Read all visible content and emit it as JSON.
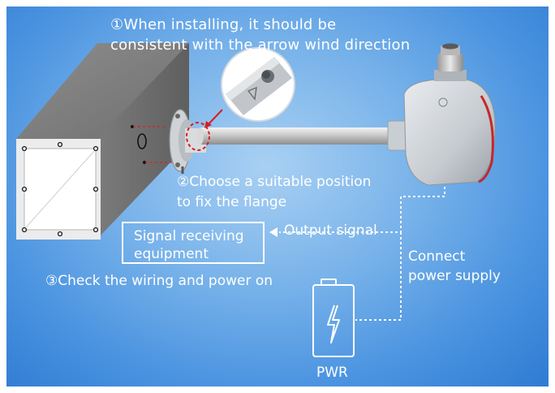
{
  "labels": {
    "step1_line1": "①When installing, it should be",
    "step1_line2": "consistent with the arrow wind direction",
    "step2_line1": "②Choose a suitable position",
    "step2_line2": "to fix the flange",
    "step3": "③Check the wiring and power on",
    "signal_box_line1": "Signal receiving",
    "signal_box_line2": "equipment",
    "output_signal": "Output signal",
    "connect_line1": "Connect",
    "connect_line2": "power supply",
    "pwr": "PWR"
  },
  "colors": {
    "background": "#4a93e0",
    "text": "#ffffff",
    "callout_red": "#d81e1e"
  },
  "icons": {
    "battery": "battery-lightning-icon",
    "arrow": "arrow-left-icon"
  }
}
